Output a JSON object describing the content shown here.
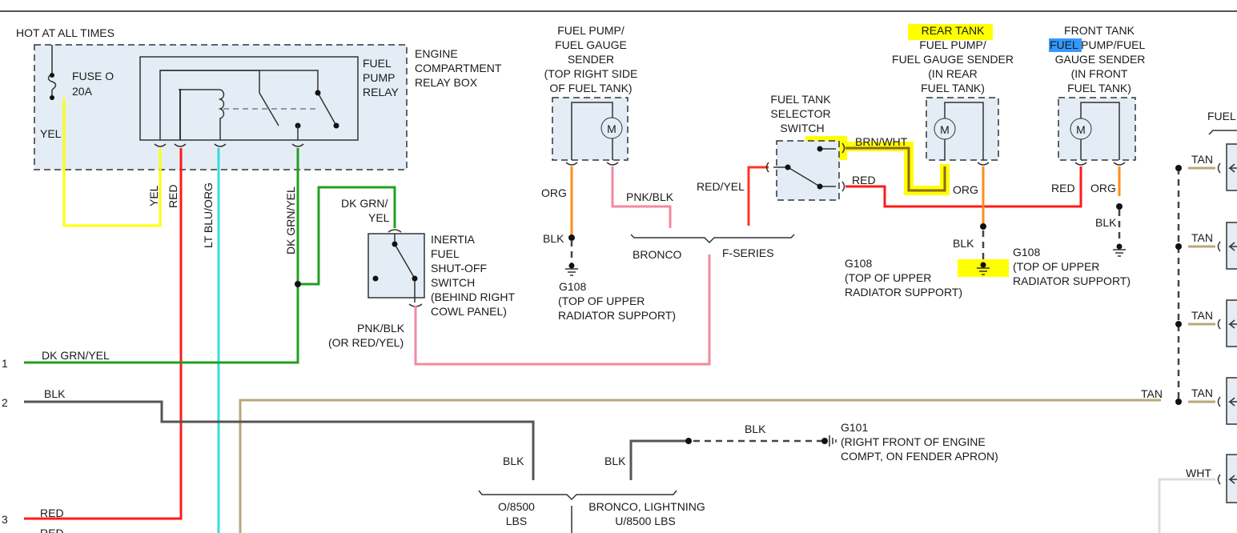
{
  "colors": {
    "yel": "#ffff00",
    "red": "#ff1a1a",
    "lt_blu_org": "#33dddd",
    "dk_grn_yel": "#22a022",
    "pnk_blk": "#f08aa0",
    "org": "#ff8c1a",
    "blk": "#555555",
    "tan": "#b8a878",
    "brn_wht": "#8b6a1a",
    "wht": "#dddddd",
    "highlight_yellow": "#ffff00",
    "highlight_blue": "#3399ff"
  },
  "power": {
    "hot_label": "HOT AT ALL TIMES",
    "fuse_name": "FUSE O",
    "fuse_rating": "20A",
    "wire": "YEL"
  },
  "relay_box": {
    "name_lines": [
      "ENGINE",
      "COMPARTMENT",
      "RELAY BOX"
    ],
    "relay_lines": [
      "FUEL",
      "PUMP",
      "RELAY"
    ]
  },
  "relay_wires": [
    "YEL",
    "RED",
    "LT BLU/ORG",
    "DK GRN/YEL"
  ],
  "inertia": {
    "wire_lines": [
      "DK GRN/",
      "YEL"
    ],
    "name_lines": [
      "INERTIA",
      "FUEL",
      "SHUT-OFF",
      "SWITCH",
      "(BEHIND RIGHT",
      "COWL PANEL)"
    ],
    "out_lines": [
      "PNK/BLK",
      "(OR RED/YEL)"
    ]
  },
  "pump_sender": {
    "name_lines": [
      "FUEL PUMP/",
      "FUEL GAUGE",
      "SENDER",
      "(TOP RIGHT SIDE",
      "OF FUEL TANK)"
    ],
    "wire_org": "ORG",
    "wire_blk": "BLK",
    "wire_pnkblk": "PNK/BLK",
    "ground_id": "G108",
    "ground_lines": [
      "(TOP OF UPPER",
      "RADIATOR SUPPORT)"
    ],
    "motor": "M"
  },
  "variants": {
    "bronco": "BRONCO",
    "fseries": "F-SERIES"
  },
  "selector": {
    "name_lines": [
      "FUEL TANK",
      "SELECTOR",
      "SWITCH"
    ],
    "wire_in": "RED/YEL",
    "wire_brnwht": "BRN/WHT",
    "wire_red": "RED"
  },
  "rear": {
    "name_lines": [
      "REAR TANK",
      "FUEL PUMP/",
      "FUEL GAUGE SENDER",
      "(IN REAR",
      "FUEL TANK)"
    ],
    "wire_org": "ORG",
    "wire_blk": "BLK",
    "motor": "M",
    "ground_left_id": "G108",
    "ground_left_lines": [
      "(TOP OF UPPER",
      "RADIATOR SUPPORT)"
    ],
    "ground_right_id": "G108",
    "ground_right_lines": [
      "(TOP OF UPPER",
      "RADIATOR SUPPORT)"
    ]
  },
  "front": {
    "name_first": "FUEL",
    "name_rest": " PUMP/FUEL",
    "name_lines": [
      "FRONT TANK",
      "GAUGE SENDER",
      "(IN FRONT",
      "FUEL TANK)"
    ],
    "wire_red": "RED",
    "wire_org": "ORG",
    "wire_blk": "BLK",
    "motor": "M"
  },
  "right": {
    "fuel_label": "FUEL",
    "tan": [
      "TAN",
      "TAN",
      "TAN",
      "TAN",
      "TAN"
    ],
    "wht": "WHT"
  },
  "bottom": {
    "rows": [
      {
        "num": "1",
        "label": "DK GRN/YEL"
      },
      {
        "num": "2",
        "label": "BLK"
      },
      {
        "num": "3",
        "label": "RED"
      }
    ],
    "row_extra": "RED",
    "blk_labels": [
      "BLK",
      "BLK",
      "BLK"
    ],
    "g101_id": "G101",
    "g101_lines": [
      "(RIGHT FRONT OF ENGINE",
      "COMPT, ON FENDER APRON)"
    ],
    "brace_left": [
      "O/8500",
      "LBS"
    ],
    "brace_right": [
      "BRONCO, LIGHTNING",
      "U/8500 LBS"
    ]
  }
}
